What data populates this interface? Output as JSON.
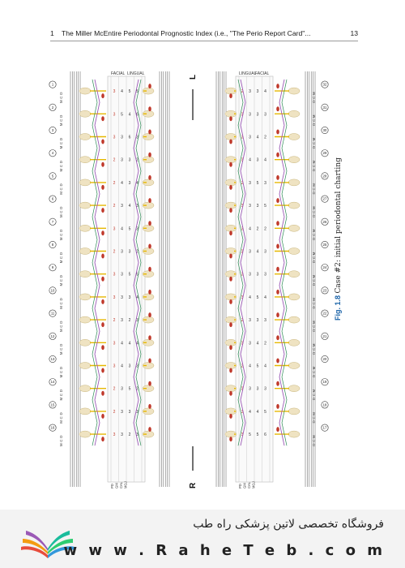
{
  "header": {
    "chapter_number": "1",
    "running_title": "The Miller McEntire Periodontal Prognostic Index (i.e., \"The Perio Report Card\"...",
    "page_number": "13"
  },
  "figure": {
    "label": "Fig. 1.8",
    "caption": "Case #2: initial periodontal charting"
  },
  "chart_labels": {
    "left_panel_headers": [
      "FACIAL",
      "LINGUAL"
    ],
    "right_panel_headers": [
      "LINGUAL",
      "FACIAL"
    ],
    "side_right": "R",
    "side_left": "L",
    "row_labels": [
      "PD",
      "GM",
      "CAL",
      "MGJ"
    ],
    "surface_letters_top": [
      "D",
      "C",
      "M"
    ],
    "surface_letters_bottom": [
      "M",
      "C",
      "D"
    ],
    "left_tooth_numbers": [
      "1",
      "2",
      "3",
      "4",
      "5",
      "6",
      "7",
      "8",
      "9",
      "10",
      "11",
      "12",
      "13",
      "14",
      "15",
      "16"
    ],
    "right_tooth_numbers": [
      "32",
      "31",
      "30",
      "29",
      "28",
      "27",
      "26",
      "25",
      "24",
      "23",
      "22",
      "21",
      "20",
      "19",
      "18",
      "17"
    ]
  },
  "chart_data": {
    "type": "table",
    "title": "",
    "series": [
      {
        "values": [
          3,
          3,
          3,
          2,
          2,
          2,
          3,
          2,
          3,
          3,
          2,
          3,
          3,
          2,
          2,
          3,
          2,
          3,
          3,
          3,
          2,
          3,
          3,
          2,
          3,
          3,
          2,
          3,
          2,
          2,
          3,
          3
        ]
      },
      {
        "values": [
          4,
          5,
          3,
          3,
          4,
          3,
          4,
          3,
          3,
          3,
          3,
          4,
          4,
          3,
          3,
          3,
          3,
          3,
          3,
          4,
          3,
          3,
          4,
          3,
          3,
          4,
          3,
          3,
          4,
          3,
          4,
          5
        ]
      },
      {
        "values": [
          5,
          4,
          6,
          3,
          3,
          4,
          5,
          3,
          5,
          3,
          2,
          4,
          3,
          5,
          3,
          2,
          3,
          3,
          4,
          3,
          5,
          3,
          2,
          4,
          3,
          5,
          3,
          4,
          5,
          3,
          4,
          5
        ]
      },
      {
        "values": [
          5,
          6,
          3,
          2,
          4,
          3,
          3,
          2,
          5,
          4,
          3,
          4,
          3,
          2,
          3,
          3,
          4,
          3,
          2,
          4,
          3,
          5,
          2,
          3,
          3,
          4,
          3,
          2,
          4,
          3,
          5,
          6
        ]
      }
    ]
  },
  "colors": {
    "probing_depth": "#c0392b",
    "gingival_margin": "#6a3d9a",
    "cal": "#2e8b57",
    "mgj": "#e6b800",
    "bone": "#9b59b6"
  },
  "footer": {
    "store_name": "فروشگاه تخصصی لاتین پزشکی  راه طب",
    "url": "w w w . R a h e T e b . c o m"
  }
}
